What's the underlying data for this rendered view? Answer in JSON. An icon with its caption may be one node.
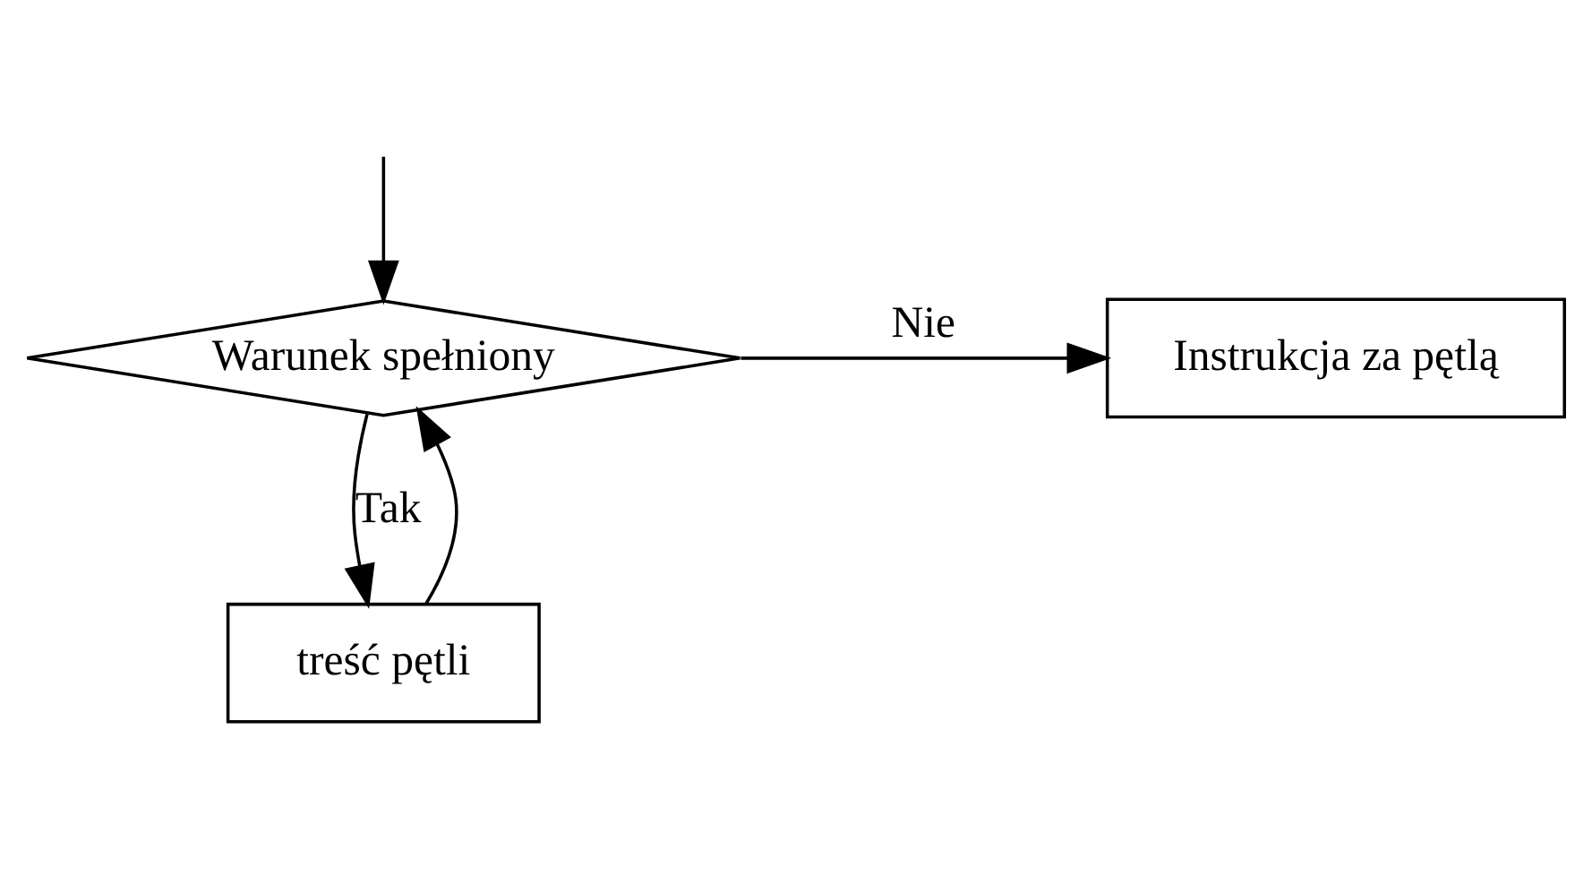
{
  "diagram": {
    "nodes": [
      {
        "text": [
          "Warunek spełniony"
        ]
      },
      {
        "text": [
          "Instrukcja za pętlą"
        ]
      },
      {
        "text": [
          "treść pętli"
        ]
      }
    ],
    "edges": [
      {
        "from": null,
        "to": 0,
        "arrow": "to"
      },
      {
        "from": 0,
        "to": 1,
        "arrow": "to",
        "label": "Nie"
      },
      {
        "from": 0,
        "to": 2,
        "arrow": "to",
        "label": "Tak"
      },
      {
        "from": 2,
        "to": 0,
        "arrow": "to"
      }
    ]
  }
}
